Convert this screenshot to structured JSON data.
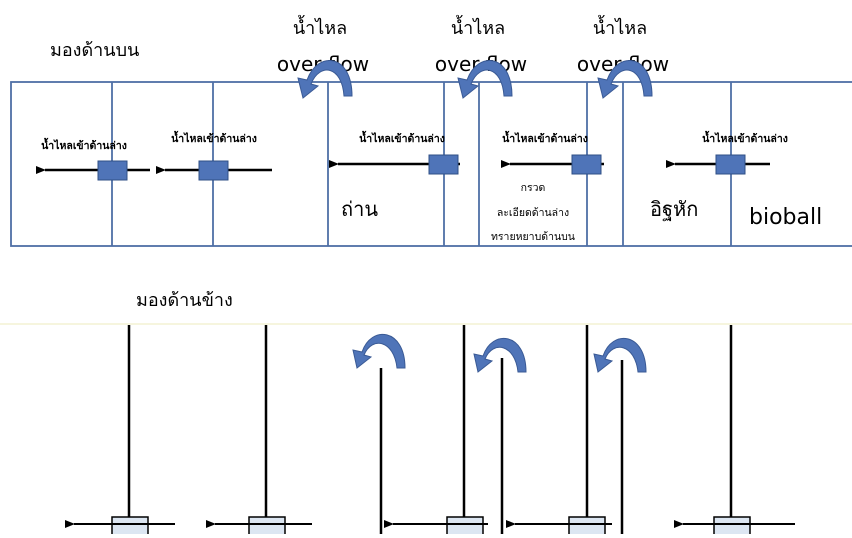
{
  "top_view": {
    "title": "มองด้านบน",
    "overflow": [
      {
        "top": "น้ำไหล",
        "bottom": "over flow"
      },
      {
        "top": "น้ำไหล",
        "bottom": "over flow"
      },
      {
        "top": "น้ำไหล",
        "bottom": "over flow"
      }
    ],
    "inflow_labels": [
      "น้ำไหลเข้าด้านล่าง",
      "น้ำไหลเข้าด้านล่าง",
      "น้ำไหลเข้าด้านล่าง",
      "น้ำไหลเข้าด้านล่าง",
      "น้ำไหลเข้าด้านล่าง"
    ],
    "media": {
      "charcoal": "ถ่าน",
      "gravel_line1": "กรวด",
      "gravel_line2": "ละเอียดด้านล่าง",
      "gravel_line3": "ทรายหยาบด้านบน",
      "brick": "อิฐหัก",
      "bioball": "bioball"
    }
  },
  "side_view": {
    "title": "มองด้านข้าง"
  },
  "colors": {
    "frame": "#4f6fa6",
    "marker_fill": "#4f74b8",
    "curved_arrow": "#4f74b8",
    "side_box_fill": "#dce6f2",
    "divider": "#f3f2d4"
  }
}
